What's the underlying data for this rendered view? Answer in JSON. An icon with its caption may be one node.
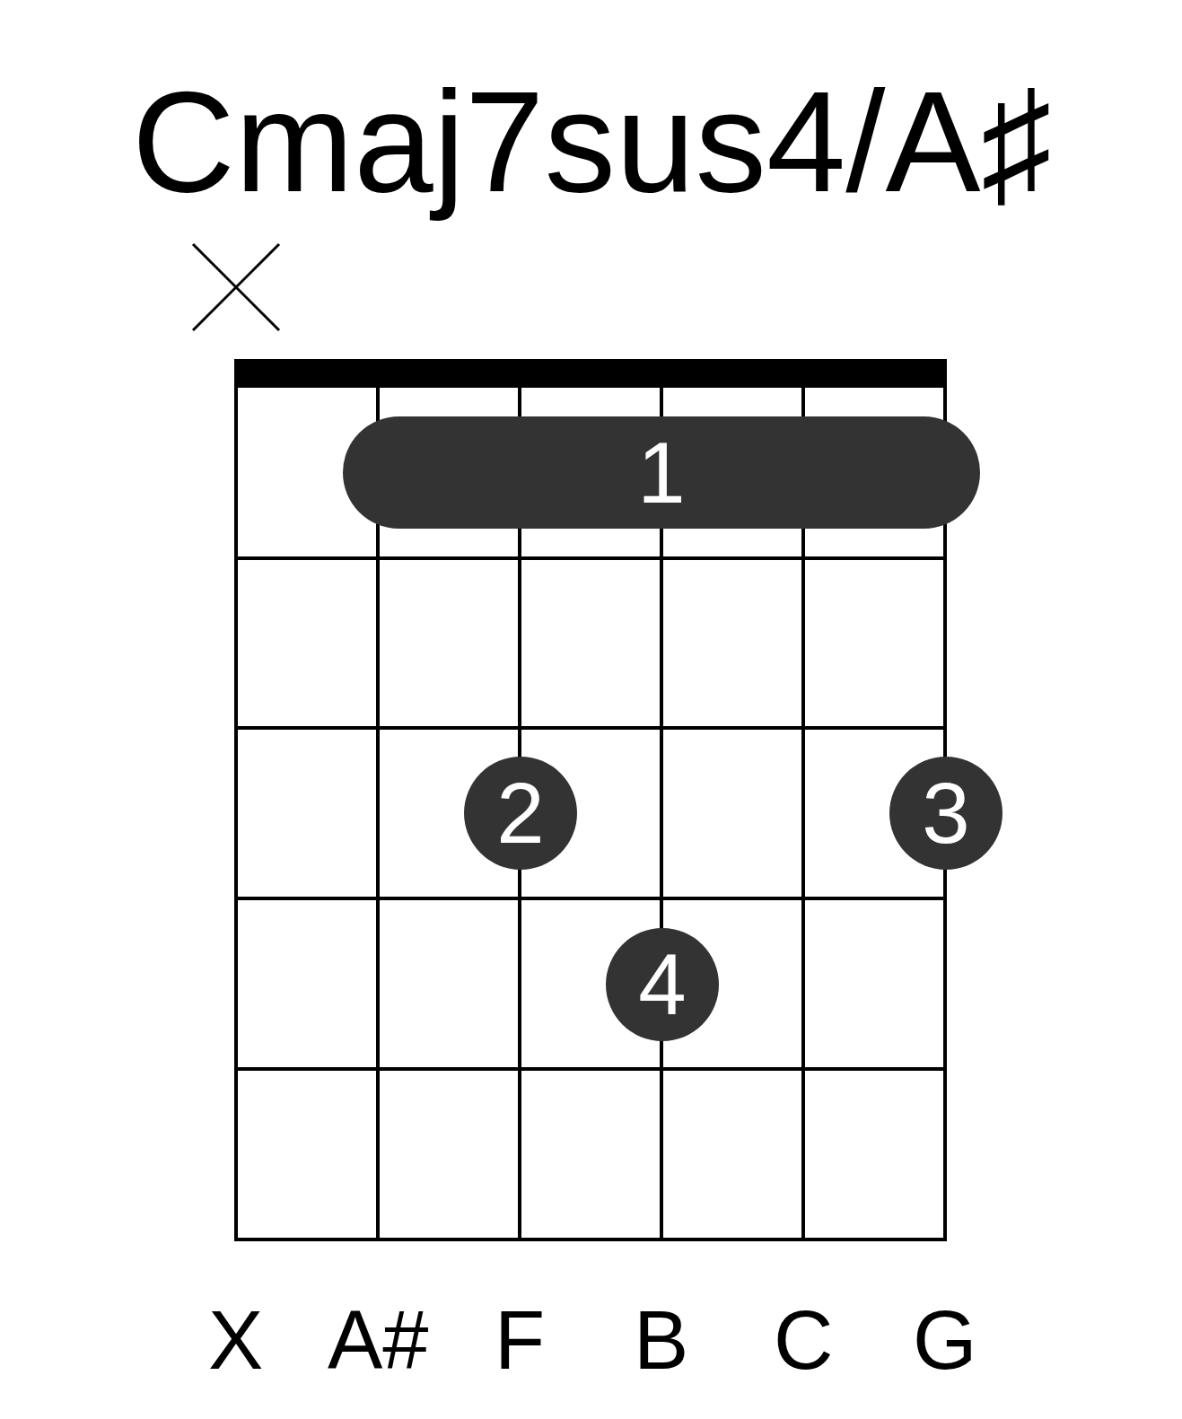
{
  "diagram": {
    "title": "Cmaj7sus4/A♯",
    "nodes": [
      {
        "text": [
          "1"
        ]
      },
      {
        "text": [
          "2"
        ]
      },
      {
        "text": [
          "3"
        ]
      },
      {
        "text": [
          "4"
        ]
      }
    ],
    "labels": [
      "X",
      "A#",
      "F",
      "B",
      "C",
      "G"
    ]
  }
}
